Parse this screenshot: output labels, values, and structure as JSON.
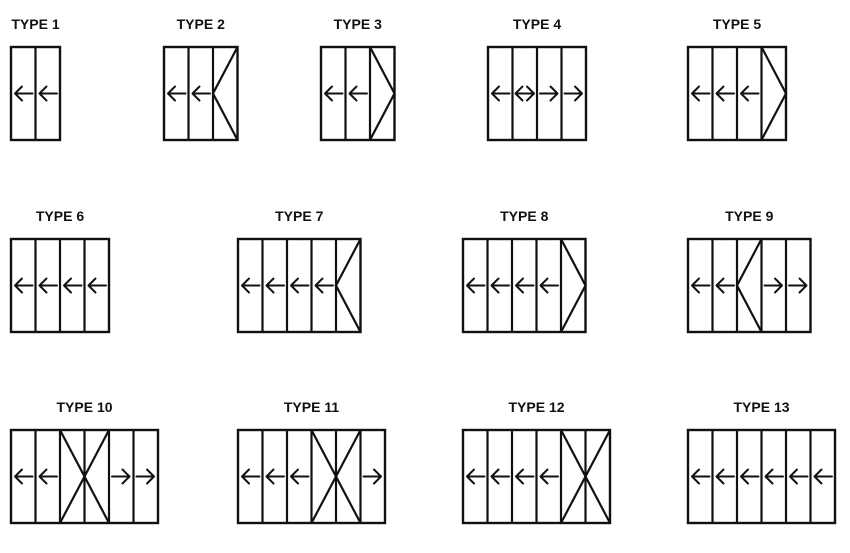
{
  "stroke_color": "#111111",
  "background_color": "#ffffff",
  "diagrams": [
    {
      "label": "TYPE 1",
      "panels": [
        "L",
        "L"
      ]
    },
    {
      "label": "TYPE 2",
      "panels": [
        "L",
        "L",
        "SL"
      ]
    },
    {
      "label": "TYPE 3",
      "panels": [
        "L",
        "L",
        "SR"
      ]
    },
    {
      "label": "TYPE 4",
      "panels": [
        "L",
        "LR",
        "R",
        "R"
      ]
    },
    {
      "label": "TYPE 5",
      "panels": [
        "L",
        "L",
        "L",
        "SR"
      ]
    },
    {
      "label": "TYPE 6",
      "panels": [
        "L",
        "L",
        "L",
        "L"
      ]
    },
    {
      "label": "TYPE 7",
      "panels": [
        "L",
        "L",
        "L",
        "L",
        "SL"
      ]
    },
    {
      "label": "TYPE 8",
      "panels": [
        "L",
        "L",
        "L",
        "L",
        "SR"
      ]
    },
    {
      "label": "TYPE 9",
      "panels": [
        "L",
        "L",
        "SL",
        "R",
        "R"
      ]
    },
    {
      "label": "TYPE 10",
      "panels": [
        "L",
        "L",
        "SR",
        "SL",
        "R",
        "R"
      ]
    },
    {
      "label": "TYPE 11",
      "panels": [
        "L",
        "L",
        "L",
        "SR",
        "SL",
        "R"
      ]
    },
    {
      "label": "TYPE 12",
      "panels": [
        "L",
        "L",
        "L",
        "L",
        "SR",
        "SL"
      ]
    },
    {
      "label": "TYPE 13",
      "panels": [
        "L",
        "L",
        "L",
        "L",
        "L",
        "L"
      ]
    }
  ]
}
